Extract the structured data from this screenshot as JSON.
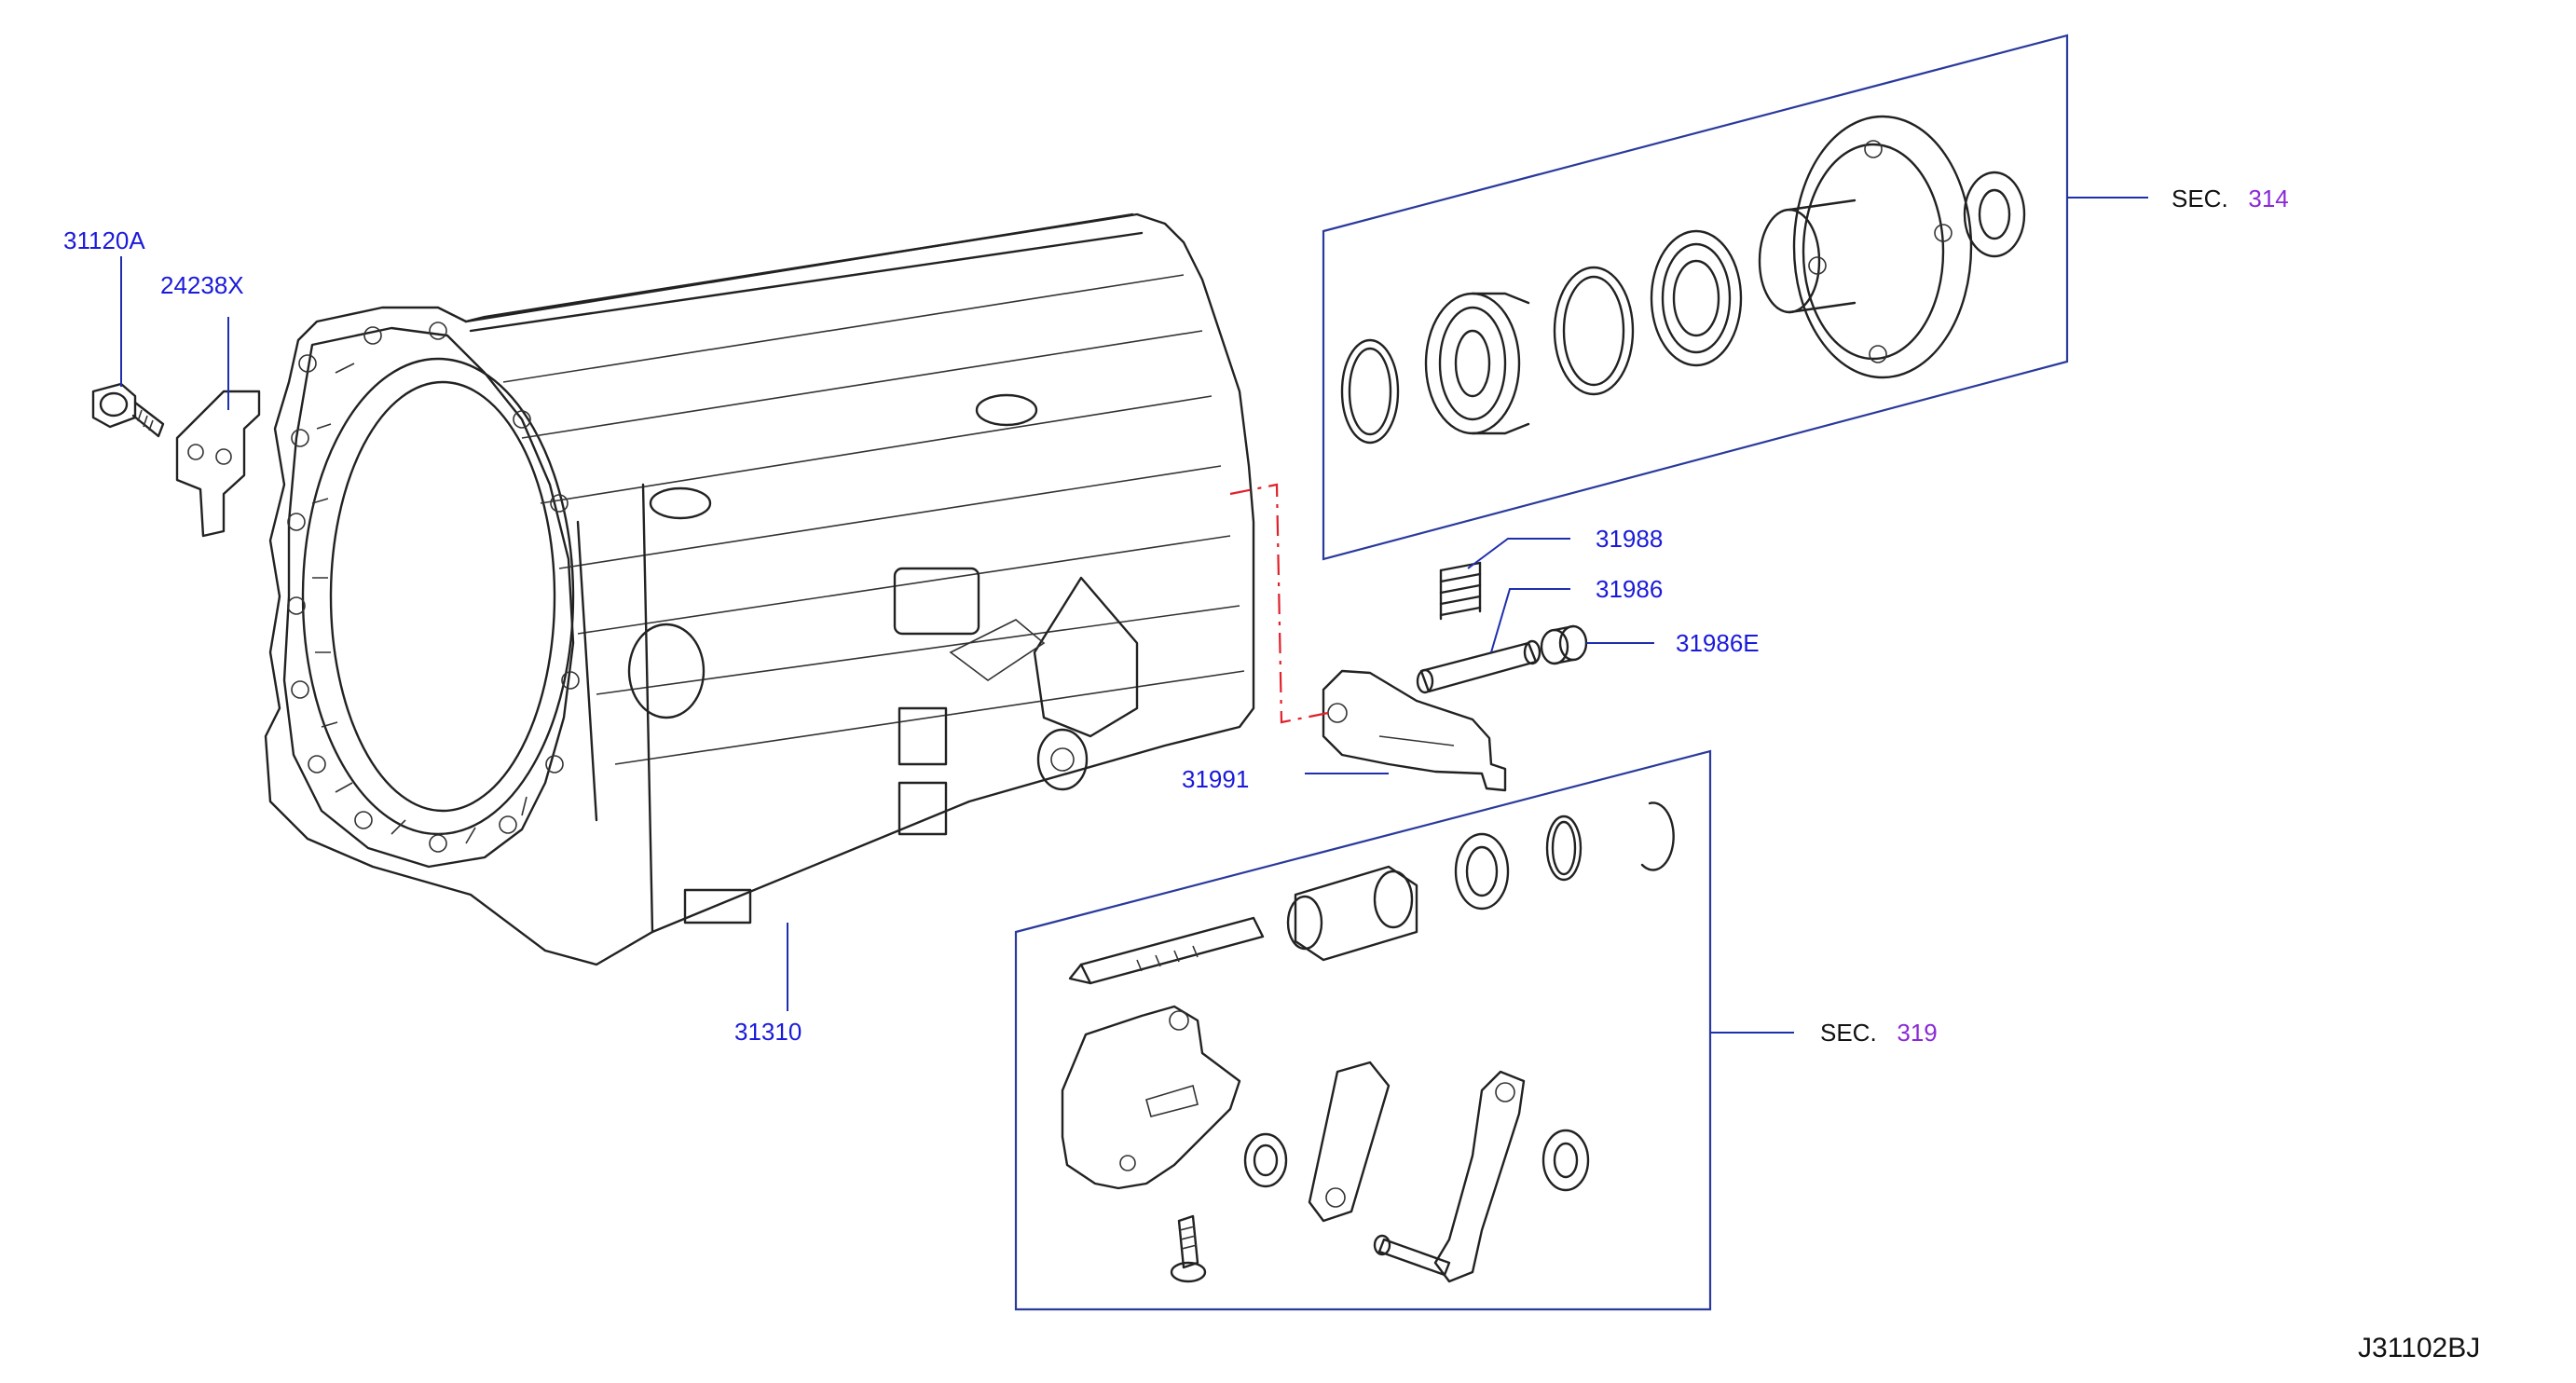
{
  "labels": {
    "p31120A": "31120A",
    "p24238X": "24238X",
    "p31310": "31310",
    "p31988": "31988",
    "p31986": "31986",
    "p31986E": "31986E",
    "p31991": "31991"
  },
  "sections": {
    "s314": {
      "prefix": "SEC.",
      "number": "314"
    },
    "s319": {
      "prefix": "SEC.",
      "number": "319"
    }
  },
  "diagram_code": "J31102BJ",
  "colors": {
    "part_number": "#1a1adb",
    "section_number": "#8a2ad6",
    "leader_line": "#1e2fae",
    "frame": "#2a3a9c",
    "center_line": "#e0202a"
  }
}
